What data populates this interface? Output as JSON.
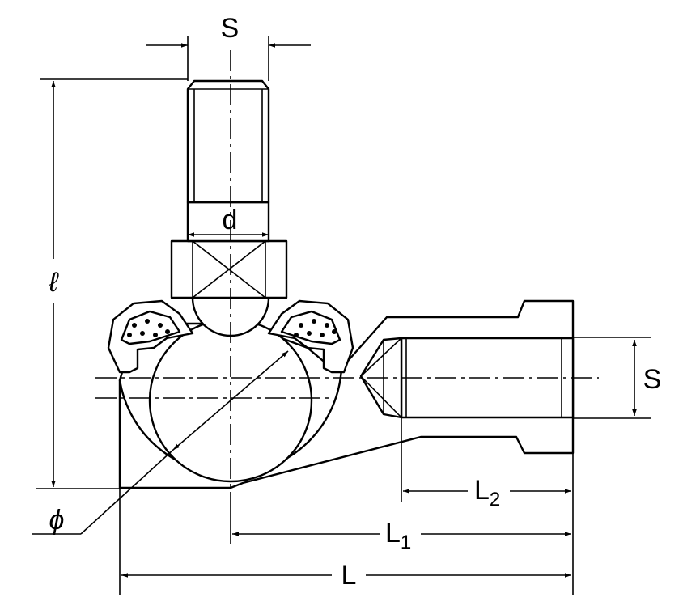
{
  "labels": {
    "thread_top": "S",
    "thread_right": "S",
    "stud_diameter": "d",
    "height": "ℓ",
    "ball_diameter": "ϕ",
    "length_2": {
      "main": "L",
      "sub": "2"
    },
    "length_1": {
      "main": "L",
      "sub": "1"
    },
    "length_total": "L"
  }
}
